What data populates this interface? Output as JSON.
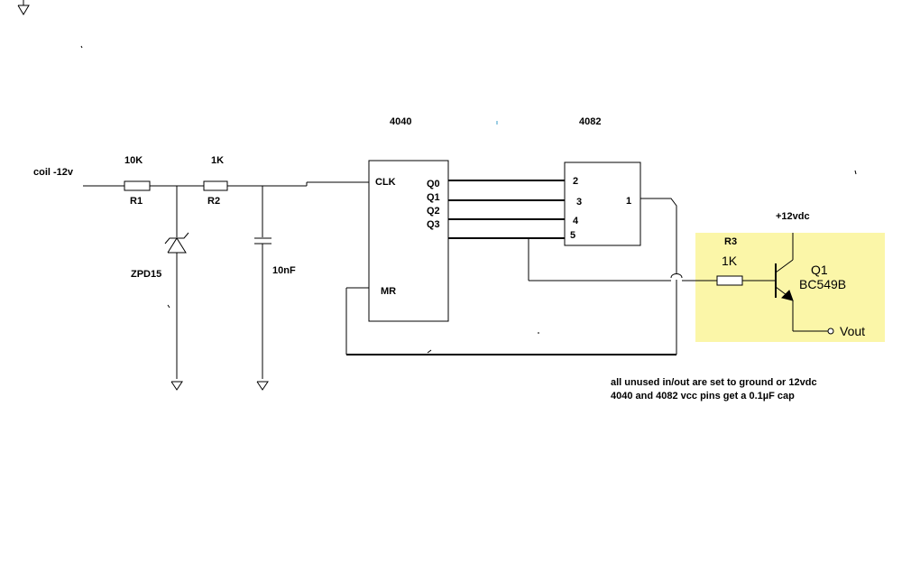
{
  "diagram": {
    "input": {
      "label": "coil -12v"
    },
    "resistors": [
      {
        "ref": "R1",
        "value": "10K"
      },
      {
        "ref": "R2",
        "value": "1K"
      },
      {
        "ref": "R3",
        "value": "1K"
      }
    ],
    "zener": {
      "ref": "ZPD15"
    },
    "capacitor": {
      "value": "10nF"
    },
    "counter_ic": {
      "name": "4040",
      "pins": {
        "clk": "CLK",
        "mr": "MR",
        "q0": "Q0",
        "q1": "Q1",
        "q2": "Q2",
        "q3": "Q3"
      }
    },
    "and_ic": {
      "name": "4082",
      "pins": {
        "in2": "2",
        "in3": "3",
        "in4": "4",
        "in5": "5",
        "out1": "1"
      }
    },
    "transistor": {
      "ref": "Q1",
      "part": "BC549B"
    },
    "supply": {
      "label": "+12vdc"
    },
    "output": {
      "label": "Vout"
    },
    "highlight_color": "#fbf6a8",
    "notes": [
      "all unused in/out are set to ground or 12vdc",
      "4040 and 4082 vcc pins get a 0.1µF cap"
    ]
  }
}
